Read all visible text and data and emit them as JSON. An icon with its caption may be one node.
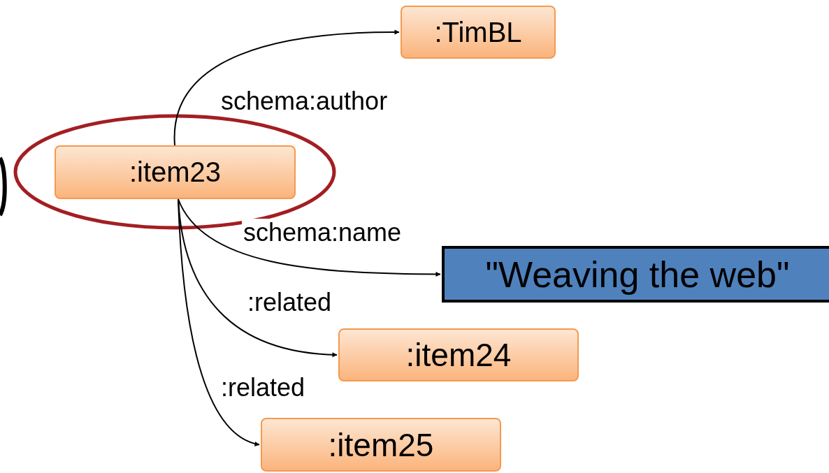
{
  "diagram": {
    "nodes": [
      {
        "text": [
          ":TimBL"
        ]
      },
      {
        "text": [
          ":item23"
        ]
      },
      {
        "text": [
          "\"Weaving the web\""
        ]
      },
      {
        "text": [
          ":item24"
        ]
      },
      {
        "text": [
          ":item25"
        ]
      }
    ],
    "edges": [
      {
        "from": 1,
        "to": 0,
        "arrow": "to",
        "label": "schema:author"
      },
      {
        "from": 1,
        "to": 2,
        "arrow": "to",
        "label": "schema:name"
      },
      {
        "from": 1,
        "to": 3,
        "arrow": "to",
        "label": ":related"
      },
      {
        "from": 1,
        "to": 4,
        "arrow": "to",
        "label": ":related"
      }
    ]
  }
}
